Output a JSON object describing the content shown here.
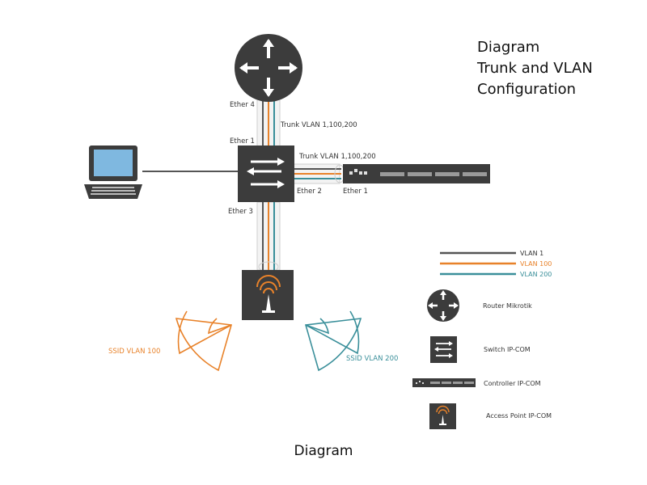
{
  "title": {
    "line1": "Diagram",
    "line2": "Trunk and VLAN",
    "line3": "Configuration"
  },
  "caption": "Diagram",
  "ports": {
    "router_ether4": "Ether 4",
    "switch_ether1": "Ether 1",
    "switch_ether2": "Ether 2",
    "switch_ether3": "Ether 3",
    "controller_ether1": "Ether 1"
  },
  "trunks": {
    "router_switch": "Trunk VLAN 1,100,200",
    "switch_controller": "Trunk VLAN 1,100,200"
  },
  "ssids": {
    "left": "SSID VLAN 100",
    "right": "SSID VLAN 200"
  },
  "legend": {
    "vlans": [
      {
        "label": "VLAN 1",
        "color": "#555555"
      },
      {
        "label": "VLAN 100",
        "color": "#e8822a"
      },
      {
        "label": "VLAN 200",
        "color": "#3a8f9a"
      }
    ],
    "devices": [
      {
        "label": "Router Mikrotik",
        "icon": "router-icon"
      },
      {
        "label": "Switch IP-COM",
        "icon": "switch-icon"
      },
      {
        "label": "Controller IP-COM",
        "icon": "controller-icon"
      },
      {
        "label": "Access Point IP-COM",
        "icon": "access-point-icon"
      }
    ]
  },
  "colors": {
    "vlan1": "#555555",
    "vlan100": "#e8822a",
    "vlan200": "#3a8f9a",
    "device": "#3c3c3c",
    "laptop_screen": "#7fb8e0"
  }
}
